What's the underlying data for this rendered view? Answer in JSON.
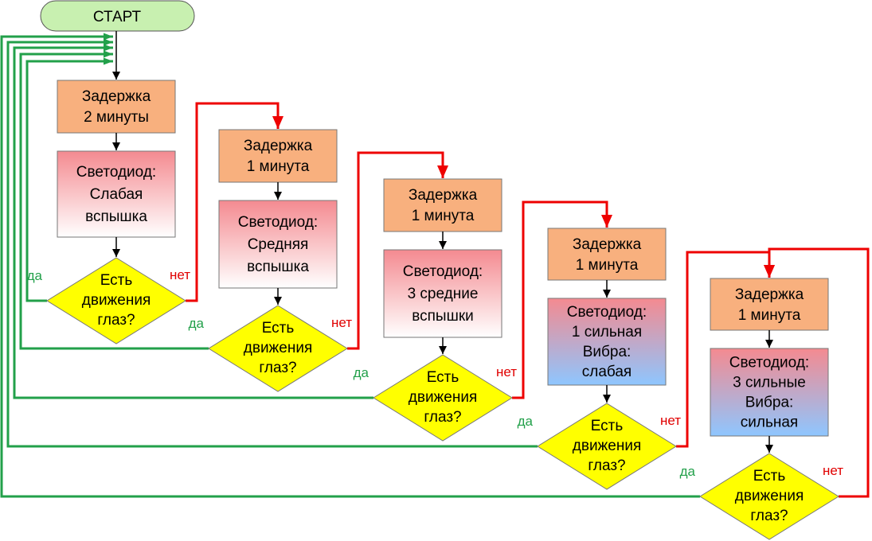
{
  "start": "СТАРТ",
  "stages": [
    {
      "delay": [
        "Задержка",
        "2 минуты"
      ],
      "led": [
        "Светодиод:",
        "Слабая",
        "вспышка"
      ],
      "fill": "pink",
      "question": [
        "Есть",
        "движения",
        "глаз?"
      ],
      "yes": "да",
      "no": "нет"
    },
    {
      "delay": [
        "Задержка",
        "1 минута"
      ],
      "led": [
        "Светодиод:",
        "Средняя",
        "вспышка"
      ],
      "fill": "pink",
      "question": [
        "Есть",
        "движения",
        "глаз?"
      ],
      "yes": "да",
      "no": "нет"
    },
    {
      "delay": [
        "Задержка",
        "1 минута"
      ],
      "led": [
        "Светодиод:",
        "3 средние",
        "вспышки"
      ],
      "fill": "pink",
      "question": [
        "Есть",
        "движения",
        "глаз?"
      ],
      "yes": "да",
      "no": "нет"
    },
    {
      "delay": [
        "Задержка",
        "1 минута"
      ],
      "led": [
        "Светодиод:",
        "1 сильная",
        "Вибра:",
        "слабая"
      ],
      "fill": "pinkblue",
      "question": [
        "Есть",
        "движения",
        "глаз?"
      ],
      "yes": "да",
      "no": "нет"
    },
    {
      "delay": [
        "Задержка",
        "1 минута"
      ],
      "led": [
        "Светодиод:",
        "3 сильные",
        "Вибра:",
        "сильная"
      ],
      "fill": "pinkblue",
      "question": [
        "Есть",
        "движения",
        "глаз?"
      ],
      "yes": "да",
      "no": "нет"
    }
  ],
  "colors": {
    "delay_fill": "#f8b07e",
    "led_pink_top": "#f48a90",
    "led_pink_bottom": "#ffffff",
    "led_blue_bottom": "#8ec6ff",
    "decision_fill": "#ffff00",
    "start_fill": "#c8f0b0",
    "yes_line": "#22a04a",
    "no_line": "#ee0000",
    "arrow": "#000000"
  }
}
